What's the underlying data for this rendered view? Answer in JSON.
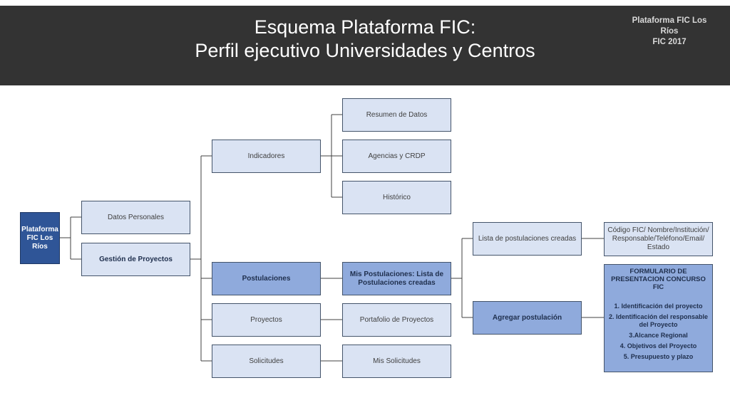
{
  "header": {
    "title_line1": "Esquema Plataforma FIC:",
    "title_line2": "Perfil ejecutivo Universidades y Centros",
    "corner_line1": "Plataforma FIC Los Ríos",
    "corner_line2": "FIC 2017"
  },
  "nodes": {
    "root": "Plataforma FIC Los Ríos",
    "datos_personales": "Datos Personales",
    "gestion_proyectos": "Gestión de Proyectos",
    "indicadores": "Indicadores",
    "postulaciones": "Postulaciones",
    "proyectos": "Proyectos",
    "solicitudes": "Solicitudes",
    "resumen_datos": "Resumen de Datos",
    "agencias_crdp": "Agencias y CRDP",
    "historico": "Histórico",
    "mis_postulaciones": "Mis Postulaciones: Lista de Postulaciones creadas",
    "portafolio_proyectos": "Portafolio de Proyectos",
    "mis_solicitudes": "Mis Solicitudes",
    "lista_postulaciones": "Lista de postulaciones creadas",
    "agregar_postulacion": "Agregar postulación",
    "codigo_fic": "Código FIC/ Nombre/Institución/ Responsable/Teléfono/Email/ Estado"
  },
  "formulario": {
    "title": "FORMULARIO DE PRESENTACION CONCURSO FIC",
    "items": [
      "1. Identificación del proyecto",
      "2. Identificación del responsable del Proyecto",
      "3.Alcance Regional",
      "4. Objetivos del Proyecto",
      "5. Presupuesto y plazo"
    ]
  },
  "colors": {
    "header_bg": "#333333",
    "light_fill": "#dae3f3",
    "mid_fill": "#8faadc",
    "dark_fill": "#2f5597",
    "border": "#44546a"
  }
}
